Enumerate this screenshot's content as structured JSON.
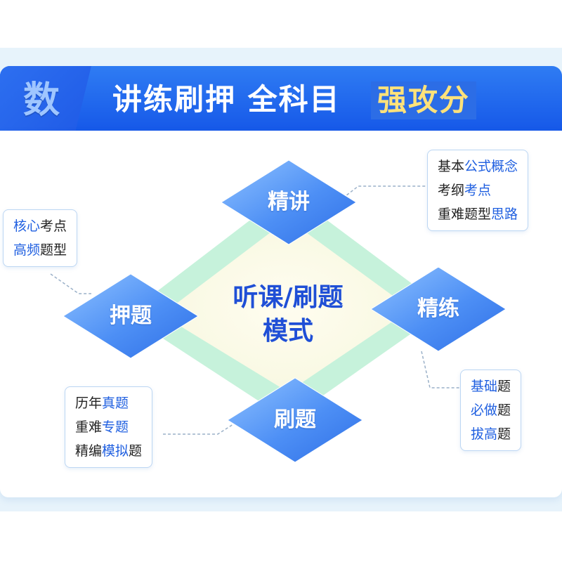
{
  "header": {
    "subject": "数",
    "title_main": "讲练刷押  全科目",
    "title_highlight": "强攻分"
  },
  "center": {
    "line1": "听课/刷题",
    "line2": "模式"
  },
  "nodes": {
    "top": "精讲",
    "right": "精练",
    "bottom": "刷题",
    "left": "押题"
  },
  "boxes": {
    "top_right": [
      [
        {
          "t": "基本"
        },
        {
          "t": "公式概念",
          "hl": true
        }
      ],
      [
        {
          "t": "考纲"
        },
        {
          "t": "考点",
          "hl": true
        }
      ],
      [
        {
          "t": "重难题型"
        },
        {
          "t": "思路",
          "hl": true
        }
      ]
    ],
    "left": [
      [
        {
          "t": "核心",
          "hl": true
        },
        {
          "t": "考点"
        }
      ],
      [
        {
          "t": "高频",
          "hl": true
        },
        {
          "t": "题型"
        }
      ]
    ],
    "right_bottom": [
      [
        {
          "t": "基础",
          "hl": true
        },
        {
          "t": "题"
        }
      ],
      [
        {
          "t": "必做",
          "hl": true
        },
        {
          "t": "题"
        }
      ],
      [
        {
          "t": "拔高",
          "hl": true
        },
        {
          "t": "题"
        }
      ]
    ],
    "bottom_left": [
      [
        {
          "t": "历年"
        },
        {
          "t": "真题",
          "hl": true
        }
      ],
      [
        {
          "t": "重难"
        },
        {
          "t": "专题",
          "hl": true
        }
      ],
      [
        {
          "t": "精编"
        },
        {
          "t": "模拟",
          "hl": true
        },
        {
          "t": "题"
        }
      ]
    ]
  },
  "colors": {
    "header_blue": "#1557e8",
    "highlight_yellow": "#ffe27a",
    "accent_blue": "#1f5fe0",
    "ring_green": "#b9f0d2",
    "center_cream": "#fdfbe9"
  }
}
